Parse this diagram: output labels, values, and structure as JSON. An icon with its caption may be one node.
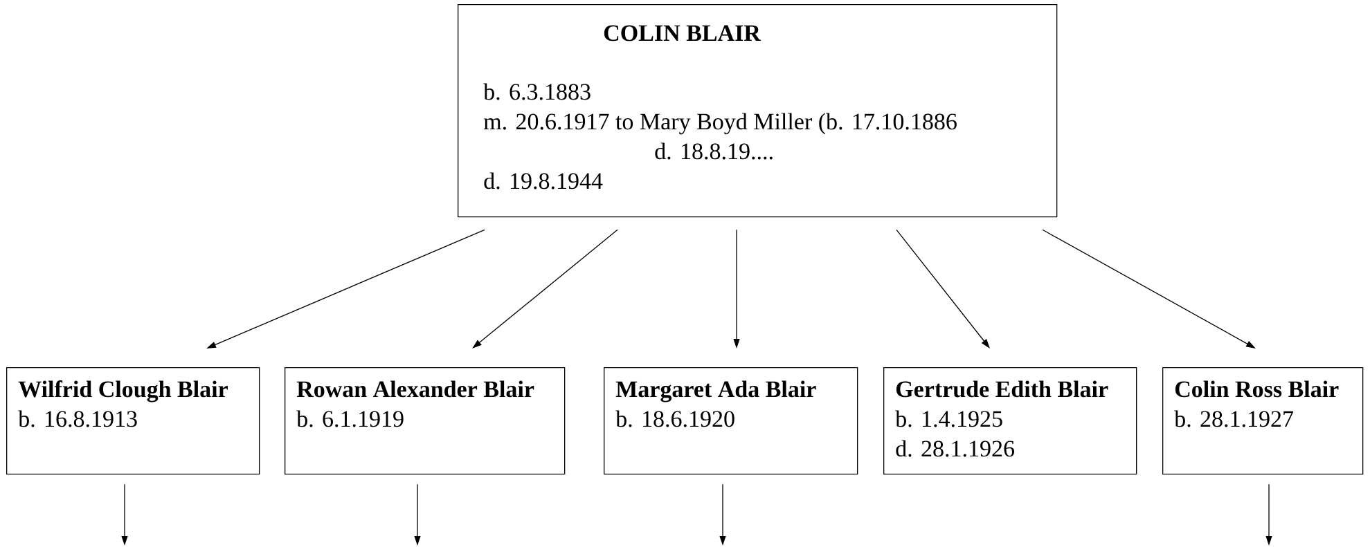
{
  "diagram": {
    "nodes": [
      {
        "text": [
          "COLIN BLAIR",
          "b. 6.3.1883",
          "m. 20.6.1917 to Mary Boyd Miller (b. 17.10.1886",
          "d. 18.8.19....",
          "d. 19.8.1944"
        ]
      },
      {
        "text": [
          "Wilfrid Clough Blair",
          "b. 16.8.1913"
        ]
      },
      {
        "text": [
          "Rowan Alexander Blair",
          "b. 6.1.1919"
        ]
      },
      {
        "text": [
          "Margaret Ada Blair",
          "b. 18.6.1920"
        ]
      },
      {
        "text": [
          "Gertrude Edith Blair",
          "b. 1.4.1925",
          "d. 28.1.1926"
        ]
      },
      {
        "text": [
          "Colin Ross Blair",
          "b. 28.1.1927"
        ]
      }
    ],
    "edges": [
      {
        "from": 0,
        "to": 1,
        "arrow": "to"
      },
      {
        "from": 0,
        "to": 2,
        "arrow": "to"
      },
      {
        "from": 0,
        "to": 3,
        "arrow": "to"
      },
      {
        "from": 0,
        "to": 4,
        "arrow": "to"
      },
      {
        "from": 0,
        "to": 5,
        "arrow": "to"
      },
      {
        "from": 1,
        "to": null,
        "arrow": "to"
      },
      {
        "from": 2,
        "to": null,
        "arrow": "to"
      },
      {
        "from": 3,
        "to": null,
        "arrow": "to"
      },
      {
        "from": 5,
        "to": null,
        "arrow": "to"
      }
    ]
  }
}
